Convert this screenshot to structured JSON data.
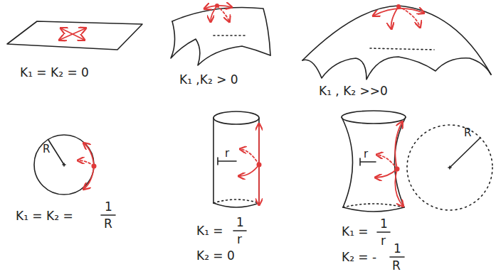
{
  "diagram": {
    "labels": [
      "K₁ = K₂ = 0",
      "K₁ ,K₂ > 0",
      "K₁ , K₂ >>0",
      "R",
      "K₁ = K₂ =",
      "1",
      "R",
      "r",
      "K₁ =",
      "1",
      "r",
      "K₂ = 0",
      "r",
      "R",
      "K₁ =",
      "1",
      "r",
      "K₂ = -",
      "1",
      "R"
    ]
  }
}
